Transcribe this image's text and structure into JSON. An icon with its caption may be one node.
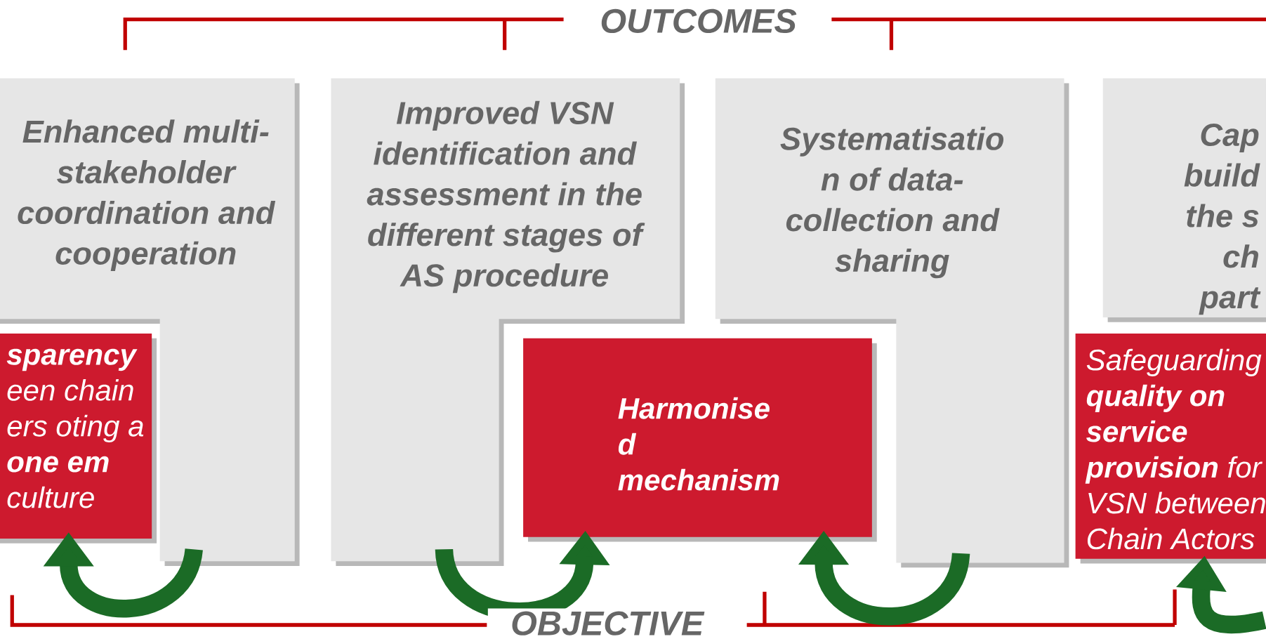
{
  "diagram": {
    "nodes": [
      {
        "text": [
          "Enhanced multi- stakeholder coordination and cooperation"
        ]
      },
      {
        "text": [
          "Improved VSN identification and assessment in the different stages of AS procedure"
        ]
      },
      {
        "text": [
          "Systematisatio n of data- collection and sharing"
        ]
      },
      {
        "text": [
          "Cap build the s ch part"
        ]
      },
      {
        "text": [
          "**sparency** een chain ers oting a **one em** culture"
        ]
      },
      {
        "text": [
          "Harmonise d mechanism"
        ]
      },
      {
        "text": [
          "Safeguarding **quality on service provision** for VSN between Chain Actors"
        ]
      }
    ],
    "edges": [
      {
        "from": 0,
        "to": 4,
        "arrow": "to"
      },
      {
        "from": 1,
        "to": 5,
        "arrow": "to"
      },
      {
        "from": 2,
        "to": 5,
        "arrow": "to"
      },
      {
        "from": null,
        "to": 6,
        "arrow": "to"
      }
    ],
    "labels": [
      "OUTCOMES",
      "OBJECTIVE"
    ]
  }
}
